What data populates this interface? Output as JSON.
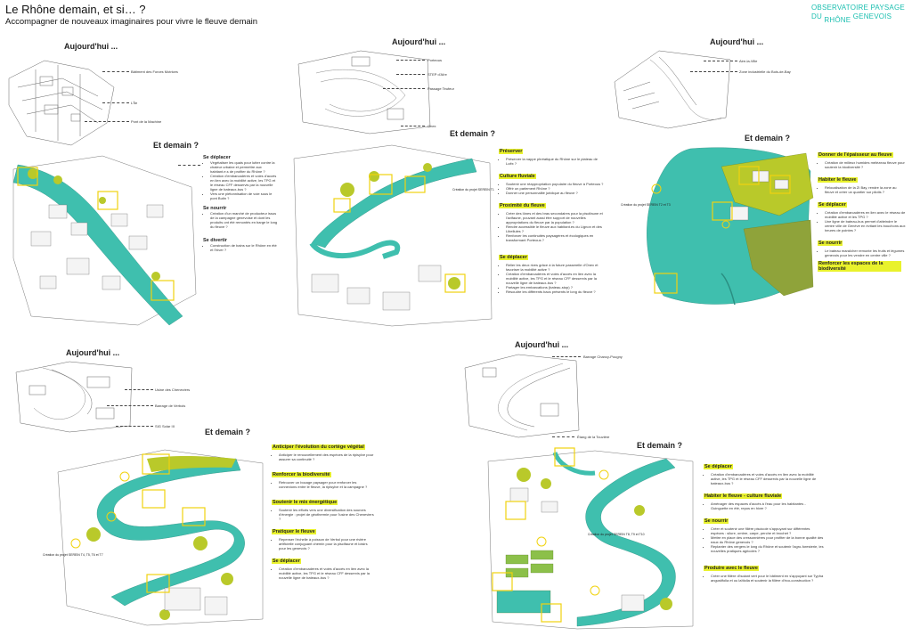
{
  "header": {
    "title": "Le Rhône demain, et si… ?",
    "subtitle": "Accompagner de nouveaux imaginaires pour vivre le fleuve demain"
  },
  "logo": {
    "line1": "OBSERVATOIRE PAYSAGE",
    "line2a": "DU",
    "line2b": "RHÔNE",
    "line2c": "GENEVOIS"
  },
  "colors": {
    "water": "#3fbfae",
    "highlight": "#f1d30f",
    "accent": "#1bbfb0",
    "vegetation": "#b9c92a"
  },
  "panels": {
    "p1": {
      "today": "Aujourd'hui ...",
      "today_labels": [
        "Bâtiment des Forces Motrices",
        "L'Île",
        "Pont de la Machine"
      ],
      "tomorrow": "Et demain ?",
      "sections": [
        {
          "title": "Se déplacer",
          "items": [
            "Végétaliser les quais pour lutter contre la chaleur urbaine et permettre aux habitant.e.s de profiter du Rhône ?",
            "Création d'embarcadères et voies d'accès en lien avec la mobilité active, les TPG et le réseau CFF desservis par la nouvelle ligne de bateaux-bus ?",
            "Vers une piétonnisation de voie sous le pont Butin ?"
          ]
        },
        {
          "title": "Se nourrir",
          "items": [
            "Création d'un marché de producteur issus de la campagne genevoise et dont les produits ont été remontés en barge le long du fleuve ?"
          ]
        },
        {
          "title": "Se divertir",
          "items": [
            "Construction de bains sur le Rhône en été et l'hiver ?"
          ]
        }
      ]
    },
    "p2": {
      "today": "Aujourd'hui ...",
      "today_labels": [
        "Porteous",
        "STEP d'Aïre",
        "Passage Teufeur",
        "Onex"
      ],
      "tomorrow": "Et demain ?",
      "project": "Création du projet SEREIN T1",
      "sections": [
        {
          "title": "Préserver",
          "items": [
            "Préserver la nappe phréatique du Rhône sur le plateau de Loëx ?"
          ]
        },
        {
          "title": "Culture fluviale",
          "items": [
            "Soutenir une réappropriation populaire du fleuve à Porteous ?",
            "Offrir un parlement Rhône ?",
            "Donner une personnalité juridique au fleuve ?"
          ]
        },
        {
          "title": "Proximité du fleuve",
          "items": [
            "Créer des lônes et des bras secondaires pour la piscifaune et l'avifaune, pouvant aussi être support de nouvelles appropriations du fleuve par la population ?",
            "Rendre accessible le fleuve aux habitant.es du Lignon et des Libellules ?",
            "Renforcer les continuités paysagères et écologiques en transformant Porteous ?"
          ]
        },
        {
          "title": "Se déplacer",
          "items": [
            "Relier les deux rives grâce à la future passerelle d'Onex et favoriser la mobilité active ?",
            "Création d'embarcadères et voies d'accès en lien avec la mobilité active, les TPG et le réseau CFF desservis par la nouvelle ligne de bateaux-bus ?",
            "Partager les embarcations (bateau-stop) ?",
            "Résoudre les différents bacs présents le long du fleuve ?"
          ]
        }
      ]
    },
    "p3": {
      "today": "Aujourd'hui ...",
      "today_labels": [
        "Aire-la-Ville",
        "Zone industrielle du Bois-de-Bay"
      ],
      "tomorrow": "Et demain ?",
      "project": "Création du projet SEREIN T2 et T3",
      "sections": [
        {
          "title": "Donner de l'épaisseur au fleuve",
          "items": [
            "Création de milieux humides mélèzeau fleuve pour soutenir la biodiversité ?"
          ]
        },
        {
          "title": "Habiter le fleuve",
          "items": [
            "Relocalisation de la ZI Bay, rendre la zone au fleuve et créer un quartier sur pilotis ?"
          ]
        },
        {
          "title": "Se déplacer",
          "items": [
            "Création d'embarcadères en lien avec le réseau de mobilité active et les TPG ?",
            "Une ligne de bateau-bus permet d'atteindre le centre ville de Genève en évitant les bouchons aux heures de pointes ?"
          ]
        },
        {
          "title": "Se nourrir",
          "items": [
            "Le bateau maraîcher remonte les fruits et légumes genevois pour les vendre en centre ville ?"
          ]
        },
        {
          "title": "Renforcer les espaces de la biodiversité",
          "items": []
        }
      ]
    },
    "p4": {
      "today": "Aujourd'hui ...",
      "today_labels": [
        "Usine des Cheneviers",
        "Barrage de Verbois",
        "SIG Solar III"
      ],
      "tomorrow": "Et demain ?",
      "project": "Création du projet SEREIN T4, T5, T6 et T7",
      "sections": [
        {
          "title": "Anticiper l'évolution du cortège végétal",
          "items": [
            "Anticiper le renouvellement des espèces de la ripisylve pour assurer sa continuité ?"
          ]
        },
        {
          "title": "Renforcer la biodiversité",
          "items": [
            "Retrouver un bocage paysager pour renforcer les connexions entre le fleuve, la ripisylve et la campagne ?"
          ]
        },
        {
          "title": "Soutenir le mix énergétique",
          "items": [
            "Soutenir les efforts vers une diversification des sources d'énergie : projet de géothermie pour l'usine des Cheneviers ?"
          ]
        },
        {
          "title": "Pratiquer le fleuve",
          "items": [
            "Repenser l'échelle à poisson de Verbol pour une rivière artificielle conjuguant chemin pour la piscifaune et loisirs pour les genevois ?"
          ]
        },
        {
          "title": "Se déplacer",
          "items": [
            "Création d'embarcadères et voies d'accès en lien avec la mobilité active, les TPG et le réseau CFF desservis par la nouvelle ligne de bateaux-bus ?"
          ]
        }
      ]
    },
    "p5": {
      "today": "Aujourd'hui ...",
      "today_labels": [
        "Barrage Chancy-Pougny",
        "Étang de la Touvière"
      ],
      "tomorrow": "Et demain ?",
      "project": "Création du projet SEREIN T8, T9 et T10",
      "sections": [
        {
          "title": "Se déplacer",
          "items": [
            "Création d'embarcadères et voies d'accès en lien avec la mobilité active, les TPG et le réseau CFF desservis par la nouvelle ligne de bateaux-bus ?"
          ]
        },
        {
          "title": "Habiter le fleuve - culture fluviale",
          "items": [
            "Aménager des espaces d'accès à l'eau pour les habitantes - Guinguette en été, repos en hiver ?"
          ]
        },
        {
          "title": "Se nourrir",
          "items": [
            "Créer et soutenir une filière piscicole s'appuyant sur différentes espèces : silure, ombre, carpe, perche et brochet ?",
            "Mettre en place des cressonnières pour profiter de la bonne qualité des eaux du Rhône genevois ?",
            "Replanter des vergers le long du Rhône et soutenir l'agro-foresterie, les nouvelles pratiques agricoles ?"
          ]
        },
        {
          "title": "Produire avec le fleuve",
          "items": [
            "Créer une filière d'isolant vert pour le bâtiment en s'appuyant sur Typha angustifolia et ou laîtiolia et soutenir la filière d'éco-construction ?"
          ]
        }
      ]
    }
  }
}
